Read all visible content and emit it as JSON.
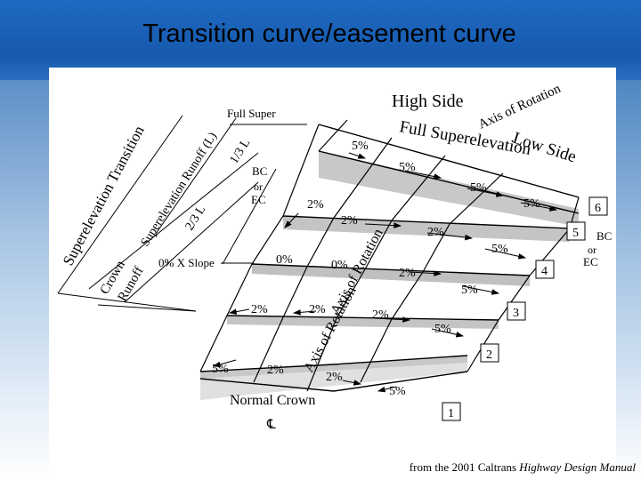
{
  "slide": {
    "title": "Transition curve/easement curve",
    "credit_prefix": "from the 2001 Caltrans ",
    "credit_source": "Highway Design Manual"
  },
  "diagram": {
    "labels": {
      "high_side": "High Side",
      "axis_of_rotation_top": "Axis of Rotation",
      "full_superelevation": "Full Superelevation",
      "low_side": "Low Side",
      "full_super": "Full Super",
      "superelevation_transition": "Superelevation Transition",
      "superelevation_runoff": "Superelevation Runoff (L)",
      "one_third_l": "1/3 L",
      "two_thirds_l": "2/3 L",
      "bc": "BC",
      "or": "or",
      "ec": "EC",
      "crown_runoff_1": "Crown",
      "crown_runoff_2": "Runoff",
      "zero_x_slope": "0% X Slope",
      "axis_of_rotation_mid": "Axis of Rotation",
      "axis_of_rotation_low": "Axis of Rotation",
      "normal_crown": "Normal Crown",
      "centerline": "℄",
      "bc_right": "BC",
      "or_right": "or",
      "ec_right": "EC"
    },
    "slopes": {
      "s6_left": "5%",
      "s6_mid": "5%",
      "s6_right": "5%",
      "s6_end": "5%",
      "s5_left": "2%",
      "s5_mid": "2%",
      "s5_right": "2%",
      "s5_end": "5%",
      "s4_left": "0%",
      "s4_mid": "0%",
      "s4_right": "2%",
      "s4_end": "5%",
      "s3_left": "2%",
      "s3_mid": "2%",
      "s3_right": "2%",
      "s3_end": "5%",
      "s2_left": "5%",
      "s2_mid": "2%",
      "s2_right": "2%",
      "s2_end": "5%"
    },
    "sections": [
      "1",
      "2",
      "3",
      "4",
      "5",
      "6"
    ]
  }
}
